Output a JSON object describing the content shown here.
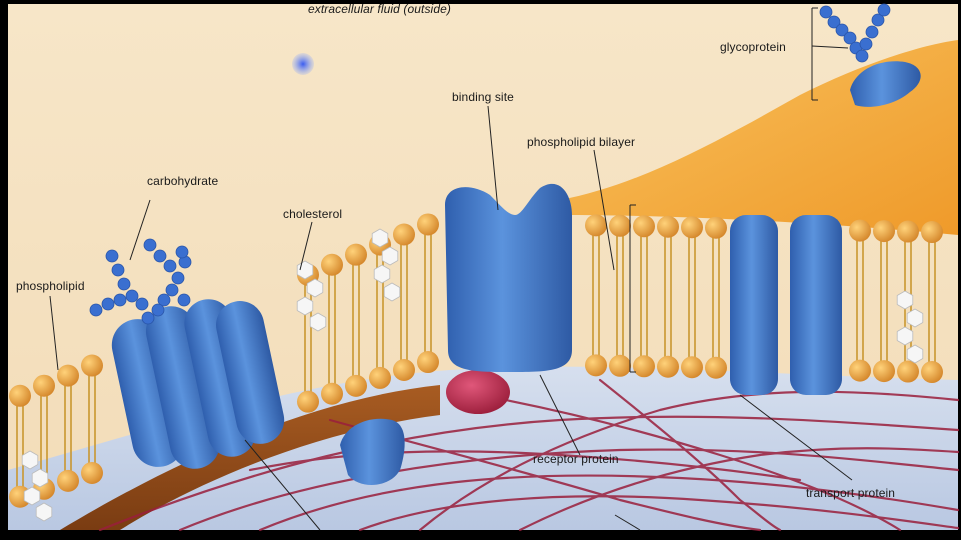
{
  "diagram": {
    "labels": {
      "extracellular_fluid": "extracellular fluid (outside)",
      "glycoprotein": "glycoprotein",
      "binding_site": "binding site",
      "phospholipid_bilayer": "phospholipid bilayer",
      "carbohydrate": "carbohydrate",
      "cholesterol": "cholesterol",
      "phospholipid": "phospholipid",
      "receptor_protein": "receptor protein",
      "transport_protein": "transport protein"
    },
    "colors": {
      "background": "#f6e2c2",
      "cytoplasm": "#cfd9ea",
      "phospholipid_head": "#e8a43a",
      "lipid_tail": "#d9a94a",
      "protein_blue": "#4a7fcf",
      "carbohydrate_blue": "#3a6fd0",
      "cholesterol": "#f4f4f4",
      "cytoskeleton": "#9a1f3c",
      "receptor_ligand": "#c2304a",
      "orange_cell": "#f5ae3a"
    }
  }
}
